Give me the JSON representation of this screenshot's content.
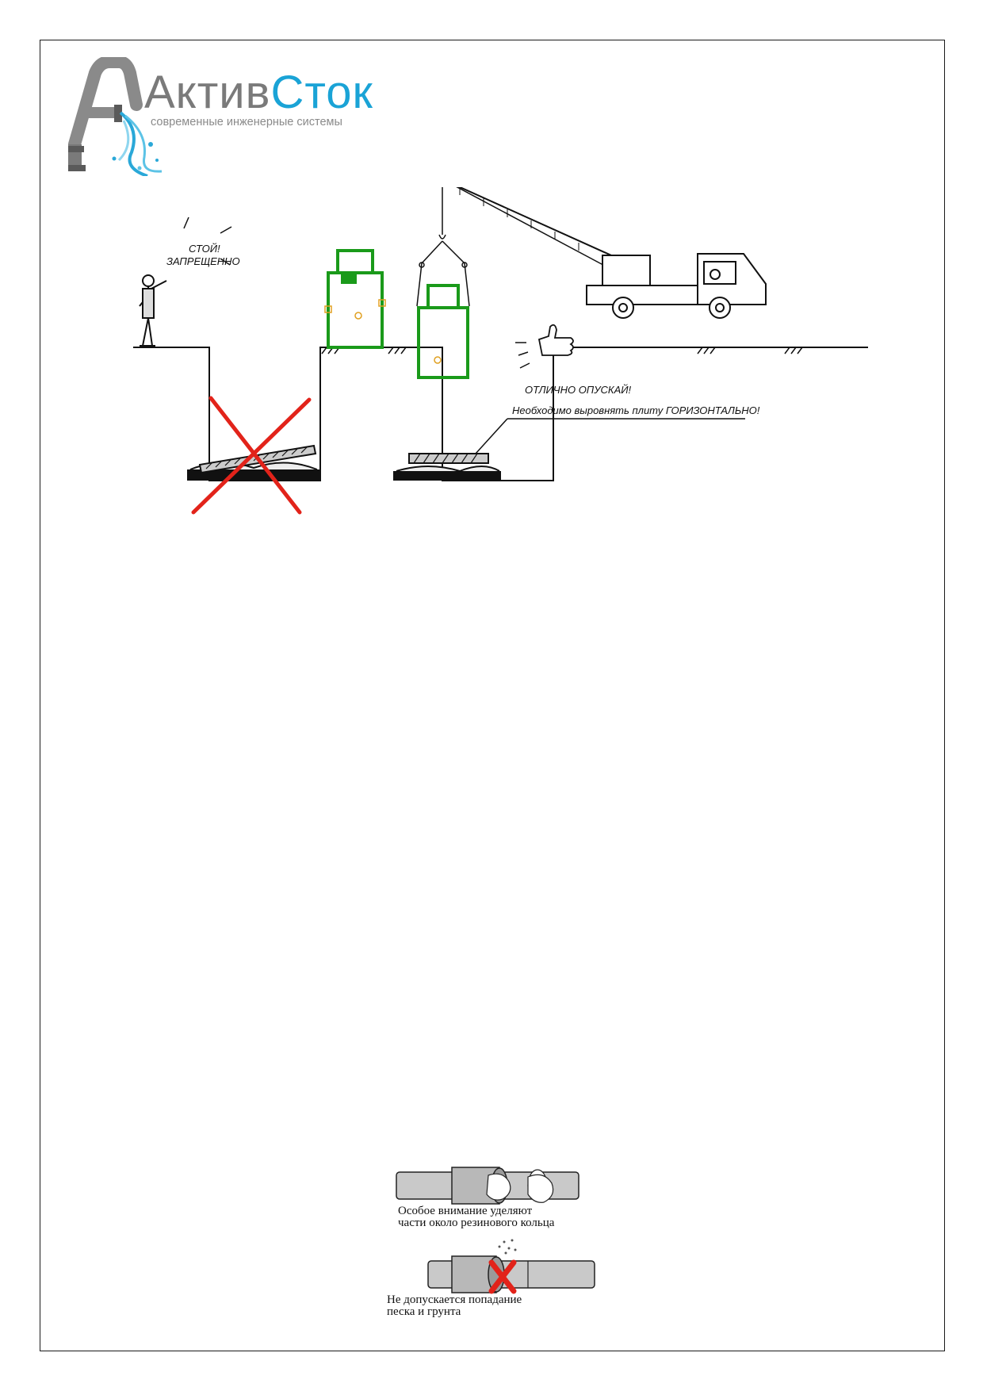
{
  "logo": {
    "name_part1": "Актив",
    "name_part2": "Сток",
    "tagline": "современные инженерные системы",
    "colors": {
      "gray": "#7a7a7a",
      "blue": "#1aa3d6"
    }
  },
  "scene": {
    "worker_shout_line1": "СТОЙ!",
    "worker_shout_line2": "ЗАПРЕЩЕННО",
    "approve_text": "ОТЛИЧНО ОПУСКАЙ!",
    "instruction_text": "Необходимо выровнять плиту ГОРИЗОНТАЛЬНО!",
    "colors": {
      "tank": "#1a9a1a",
      "cross": "#e2231a",
      "line": "#111111"
    }
  },
  "pipes": {
    "caption1_line1": "Особое внимание уделяют",
    "caption1_line2": "части около резинового кольца",
    "caption2_line1": "Не допускается попадание",
    "caption2_line2": "песка и грунта"
  }
}
